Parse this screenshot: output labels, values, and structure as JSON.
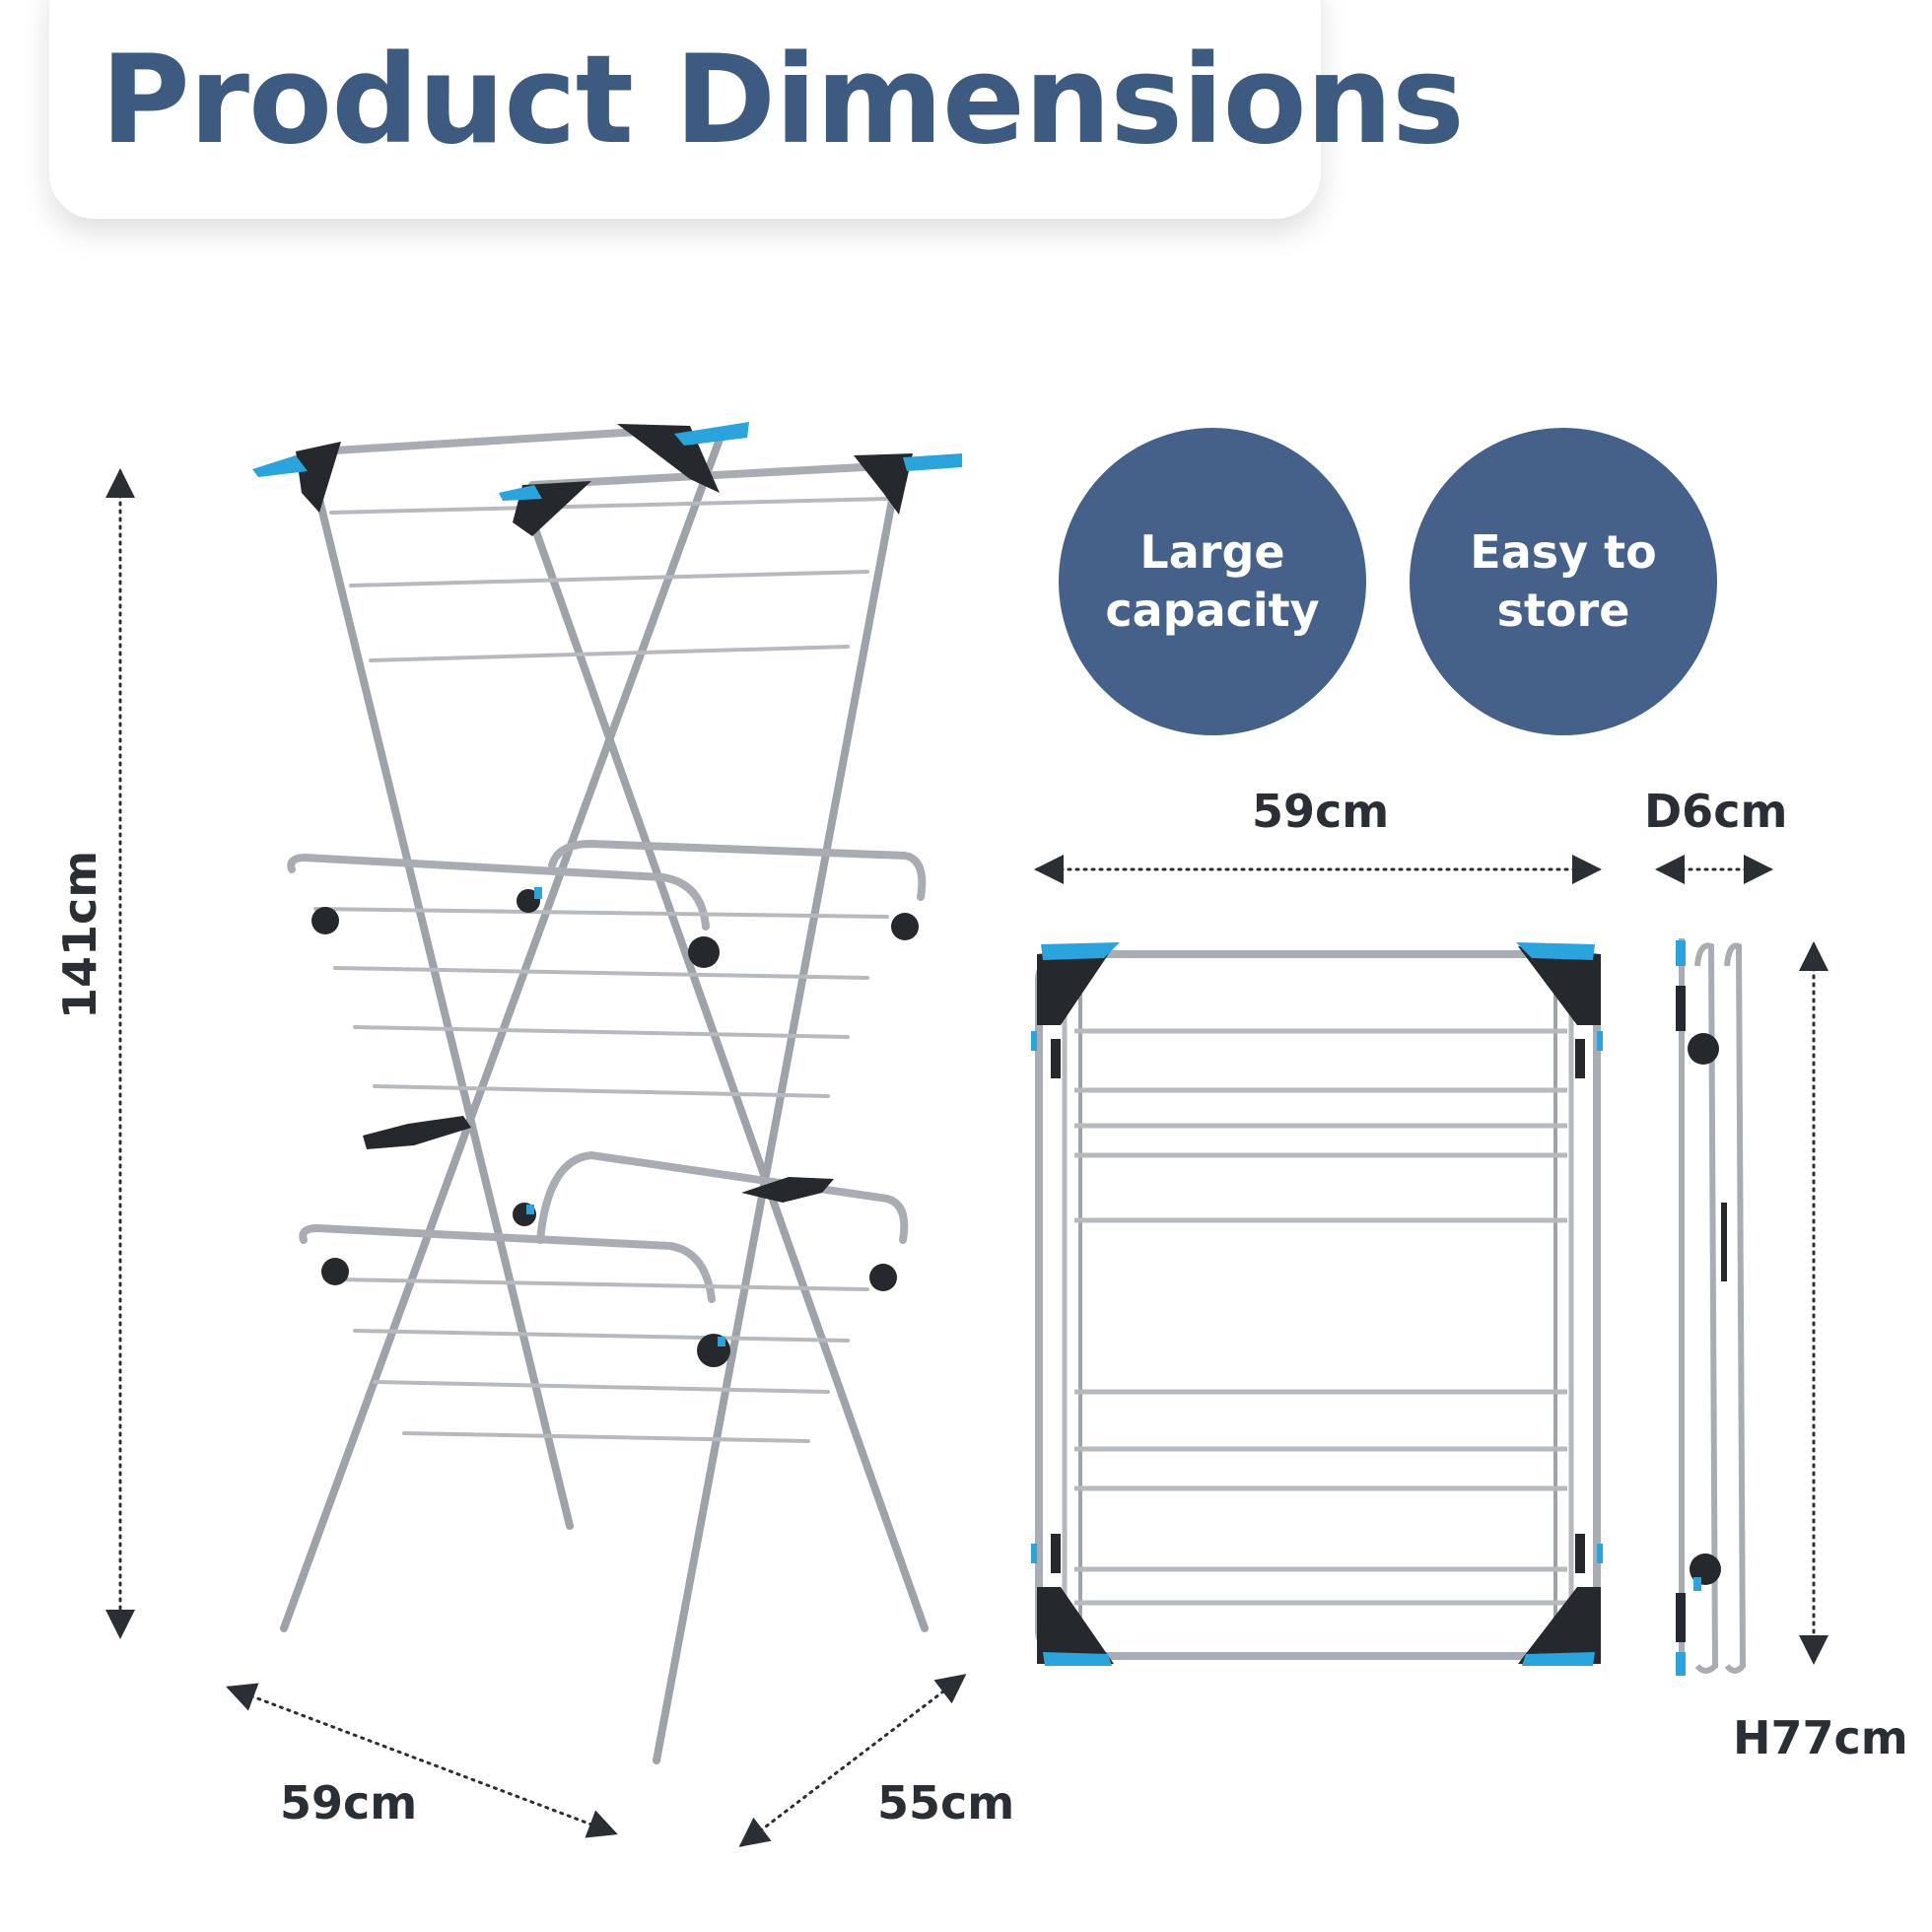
{
  "title": "Product Dimensions",
  "badges": [
    {
      "line1": "Large",
      "line2": "capacity"
    },
    {
      "line1": "Easy to",
      "line2": "store"
    }
  ],
  "dimensions": {
    "height": "141cm",
    "width": "59cm",
    "depth": "55cm",
    "folded_width": "59cm",
    "folded_depth": "D6cm",
    "folded_height": "H77cm"
  },
  "colors": {
    "heading": "#3d5a80",
    "badge": "#456189",
    "frame": "#a9adb3",
    "accent": "#2aa4dc",
    "plastic": "#25282c"
  }
}
